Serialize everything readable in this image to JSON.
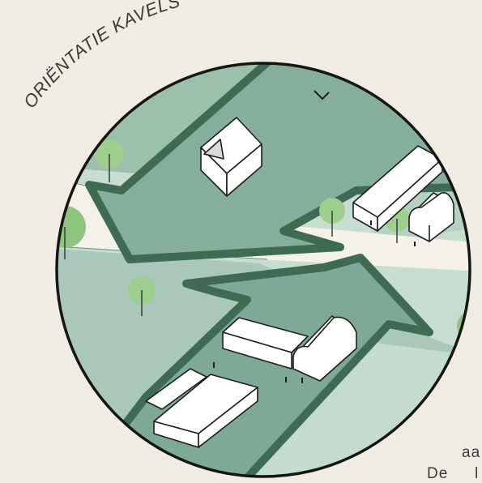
{
  "figure": {
    "title": "ORIËNTATIE KAVELS",
    "footer_line1": "aa",
    "footer_line2_a": "De",
    "footer_line2_b": "l"
  },
  "colors": {
    "background": "#efece4",
    "field_dark": "#8fb5a6",
    "field_mid": "#a9c8bb",
    "field_light": "#c7ddd2",
    "arrow_fill": "#7ea898",
    "arrow_stroke": "#3f6b56",
    "road": "#f3f1ea",
    "tree": "#9fcf8f",
    "outline": "#1e1e1e"
  }
}
